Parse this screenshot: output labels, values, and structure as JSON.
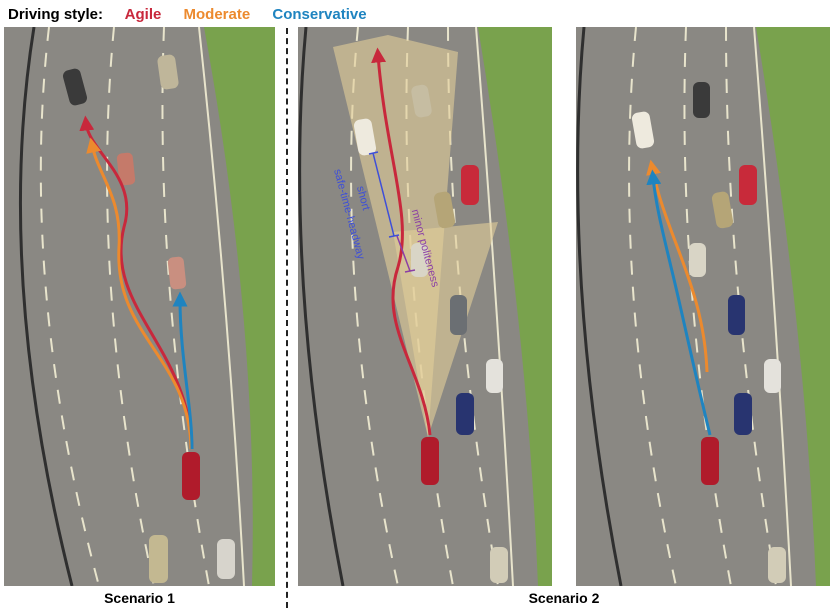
{
  "legend": {
    "title": "Driving style:",
    "styles": [
      {
        "label": "Agile",
        "color": "#c8283c"
      },
      {
        "label": "Moderate",
        "color": "#ec8a2e"
      },
      {
        "label": "Conservative",
        "color": "#1f84c0"
      }
    ]
  },
  "captions": {
    "scenario1": "Scenario 1",
    "scenario2": "Scenario 2"
  },
  "annotations": {
    "short": "short",
    "headway": "safe-time-headway",
    "minor": "minor politeness"
  },
  "colors": {
    "road": "#8a8883",
    "grass": "#79a24d",
    "lane_marking": "#e8e4cc",
    "cone": "#e3cf9a",
    "ego_car": "#b01b2b",
    "headway_line": "#3e4fd8",
    "politeness_line": "#8b3fa5"
  }
}
